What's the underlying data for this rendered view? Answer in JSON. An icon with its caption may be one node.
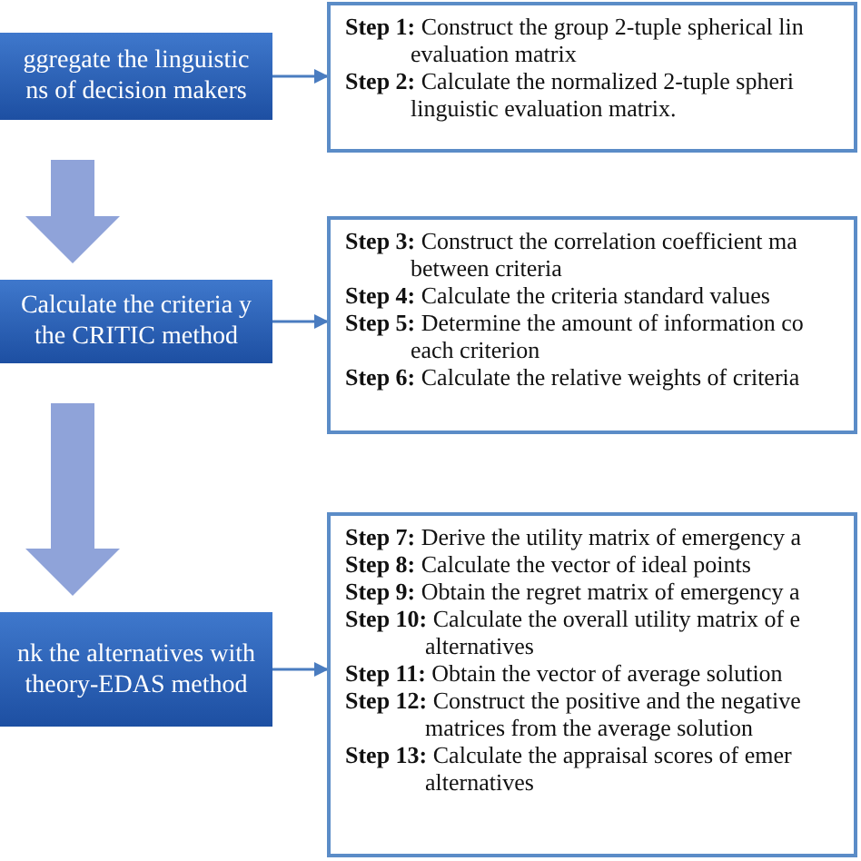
{
  "diagram": {
    "nodes": [
      {
        "text": [
          "ggregate the linguistic ns of decision makers"
        ]
      },
      {
        "text": [
          "Calculate the criteria y the CRITIC method"
        ]
      },
      {
        "text": [
          "nk the alternatives with theory-EDAS method"
        ]
      },
      {
        "text": [
          "**Step 1:** Construct the group 2-tuple spherical lin evaluation matrix",
          "**Step 2:** Calculate the normalized 2-tuple spheri linguistic evaluation matrix."
        ]
      },
      {
        "text": [
          "**Step 3:** Construct the correlation coefficient ma between criteria",
          "**Step 4:** Calculate the criteria standard values",
          "**Step 5:** Determine the amount of information co each criterion",
          "**Step 6:** Calculate the relative weights of criteria"
        ]
      },
      {
        "text": [
          "**Step 7:** Derive the utility matrix of emergency a",
          "**Step 8:** Calculate the vector of ideal points",
          "**Step 9:** Obtain the regret matrix of emergency a",
          "**Step 10:** Calculate the overall utility matrix of e alternatives",
          "**Step 11:** Obtain the vector of average solution",
          "**Step 12:** Construct the positive and the negative matrices from the average solution",
          "**Step 13:** Calculate the appraisal scores of emer alternatives"
        ]
      }
    ],
    "edges": [
      {
        "from": 0,
        "to": 3,
        "arrow": "to"
      },
      {
        "from": 0,
        "to": 1,
        "arrow": "to",
        "style": "thick",
        "color": "#8fa3d9"
      },
      {
        "from": 1,
        "to": 4,
        "arrow": "to"
      },
      {
        "from": 1,
        "to": 2,
        "arrow": "to",
        "style": "thick",
        "color": "#8fa3d9"
      },
      {
        "from": 2,
        "to": 5,
        "arrow": "to"
      }
    ]
  }
}
